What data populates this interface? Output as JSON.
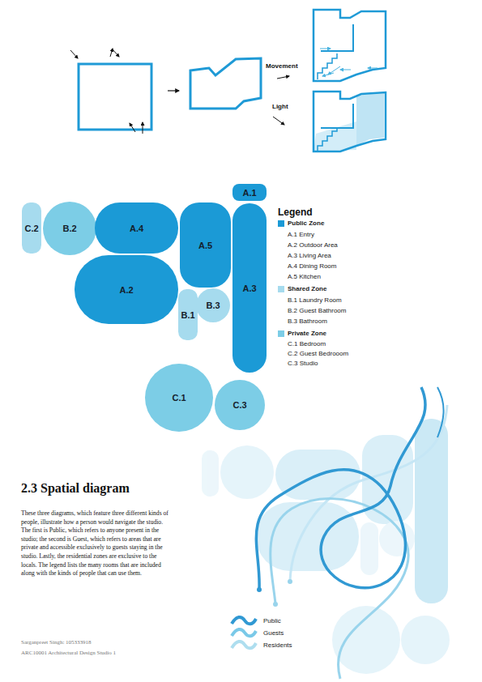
{
  "diagram": {
    "title": "2.3 Spatial diagram",
    "caption": "These three diagrams, which feature three different kinds of people, illustrate how a person would navigate the studio. The first is Public, which refers to anyone present in the studio; the second is Guest, which refers to areas that are private and accessible exclusively to guests staying in the studio. Lastly, the residential zones are exclusive to the locals. The legend lists the many rooms that are included along with the kinds of people that can use them.",
    "nodes": [
      {
        "text": [
          "A.1"
        ]
      },
      {
        "text": [
          "C.2"
        ]
      },
      {
        "text": [
          "B.2"
        ]
      },
      {
        "text": [
          "A.4"
        ]
      },
      {
        "text": [
          "A.5"
        ]
      },
      {
        "text": [
          "A.3"
        ]
      },
      {
        "text": [
          "A.2"
        ]
      },
      {
        "text": [
          "B.1"
        ]
      },
      {
        "text": [
          "B.3"
        ]
      },
      {
        "text": [
          "C.1"
        ]
      },
      {
        "text": [
          "C.3"
        ]
      }
    ],
    "labels": [
      "Movement",
      "Light",
      "Legend",
      "A.1 Entry",
      "A.2 Outdoor Area",
      "A.3 Living Area",
      "A.4 Dining Room",
      "A.5 Kitchen",
      "B.1 Laundry Room",
      "B.2 Guest Bathroom",
      "B.3 Bathroom",
      "C.1 Bedroom",
      "C.2 Guest Bedrooom",
      "C.3 Studio",
      "Sarganpreet Singh: 105333918",
      "ARC10001 Architectural Design Studio 1"
    ],
    "legend": [
      {
        "text": "Public Zone",
        "color": "#1b9ad6"
      },
      {
        "text": "Shared Zone",
        "color": "#a6dbee"
      },
      {
        "text": "Private Zone",
        "color": "#7ccde6"
      },
      {
        "text": "Public"
      },
      {
        "text": "Guests"
      },
      {
        "text": "Residents"
      }
    ]
  }
}
